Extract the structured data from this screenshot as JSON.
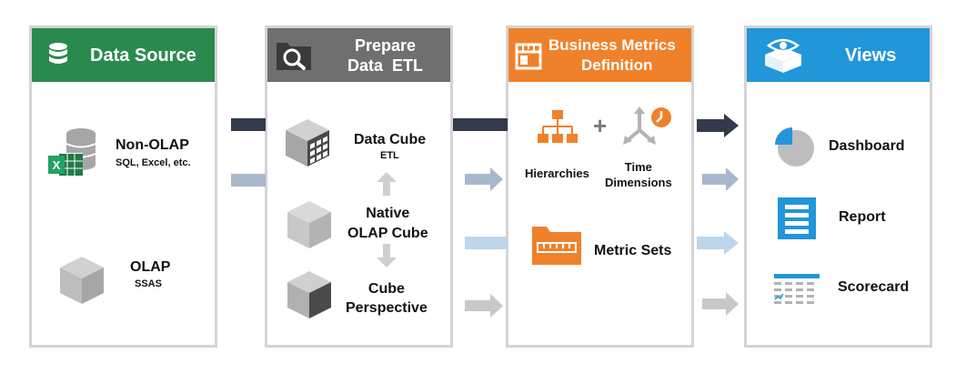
{
  "panels": {
    "source": {
      "title": "Data Source",
      "color": "#2a8a4e",
      "items": {
        "nonolap": {
          "label": "Non-OLAP",
          "sub": "SQL, Excel, etc."
        },
        "olap": {
          "label": "OLAP",
          "sub": "SSAS"
        }
      }
    },
    "prepare": {
      "title_line1": "Prepare",
      "title_line2": "Data  ETL",
      "color": "#6f6f6f",
      "items": {
        "datacube": {
          "label": "Data Cube",
          "sub": "ETL"
        },
        "native": {
          "label_line1": "Native",
          "label_line2": "OLAP Cube"
        },
        "perspective": {
          "label_line1": "Cube",
          "label_line2": "Perspective"
        }
      }
    },
    "metrics": {
      "title_line1": "Business Metrics",
      "title_line2": "Definition",
      "color": "#f0812b",
      "items": {
        "hierarchies": {
          "label": "Hierarchies"
        },
        "plus": "+",
        "time": {
          "label_line1": "Time",
          "label_line2": "Dimensions"
        },
        "metricsets": {
          "label": "Metric Sets"
        }
      }
    },
    "views": {
      "title": "Views",
      "color": "#2196d9",
      "items": {
        "dashboard": {
          "label": "Dashboard"
        },
        "report": {
          "label": "Report"
        },
        "scorecard": {
          "label": "Scorecard"
        }
      }
    }
  },
  "arrow_colors": {
    "dark": "#333a4a",
    "steel": "#a9b7cc",
    "lightblue": "#bdd6ec",
    "gray": "#c8c8c8"
  }
}
